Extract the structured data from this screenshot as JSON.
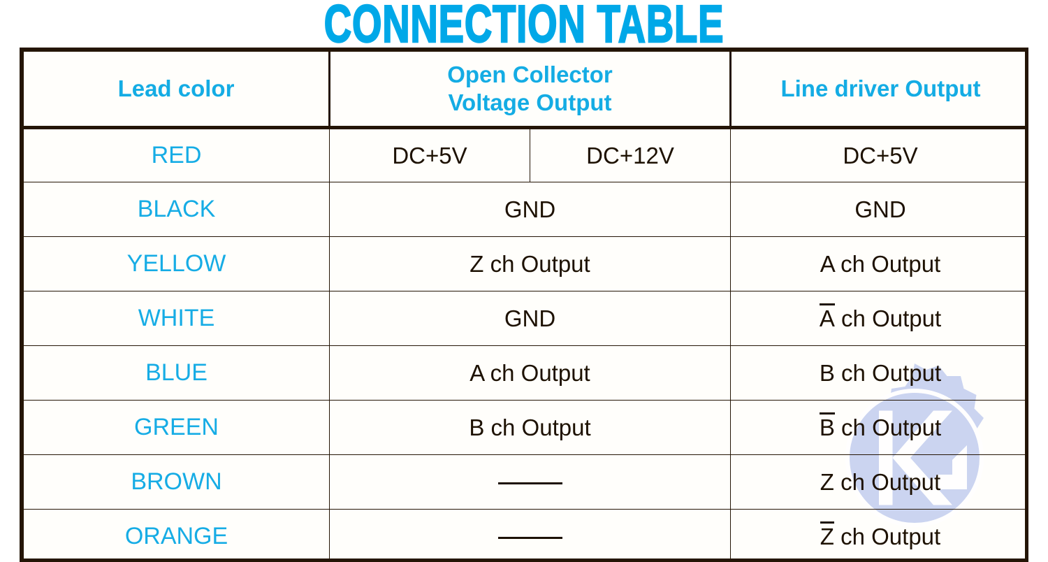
{
  "title": "CONNECTION TABLE",
  "colors": {
    "accent_cyan": "#14ace4",
    "header_bg": "#b3e5fa",
    "border_dark": "#241505",
    "body_text": "#1d1102",
    "watermark": "#c8d0ef"
  },
  "header": {
    "col1": "Lead color",
    "col2_line1": "Open Collector",
    "col2_line2": "Voltage Output",
    "col3": "Line driver Output"
  },
  "rows": [
    {
      "lead": "RED",
      "open_collector_left": "DC+5V",
      "open_collector_right": "DC+12V",
      "split": true,
      "line_driver": "DC+5V",
      "line_driver_bar": ""
    },
    {
      "lead": "BLACK",
      "open_collector": "GND",
      "split": false,
      "line_driver": "GND",
      "line_driver_bar": ""
    },
    {
      "lead": "YELLOW",
      "open_collector": "Z ch Output",
      "split": false,
      "line_driver": "A ch Output",
      "line_driver_bar": ""
    },
    {
      "lead": "WHITE",
      "open_collector": "GND",
      "split": false,
      "line_driver": " ch Output",
      "line_driver_bar": "A"
    },
    {
      "lead": "BLUE",
      "open_collector": "A ch Output",
      "split": false,
      "line_driver": "B ch Output",
      "line_driver_bar": ""
    },
    {
      "lead": "GREEN",
      "open_collector": "B ch Output",
      "split": false,
      "line_driver": " ch Output",
      "line_driver_bar": "B"
    },
    {
      "lead": "BROWN",
      "open_collector": "——",
      "open_collector_is_dash": true,
      "split": false,
      "line_driver": "Z ch Output",
      "line_driver_bar": ""
    },
    {
      "lead": "ORANGE",
      "open_collector": "——",
      "open_collector_is_dash": true,
      "split": false,
      "line_driver": " ch Output",
      "line_driver_bar": "Z"
    }
  ],
  "watermark": {
    "name": "gear-k-logo-watermark"
  }
}
